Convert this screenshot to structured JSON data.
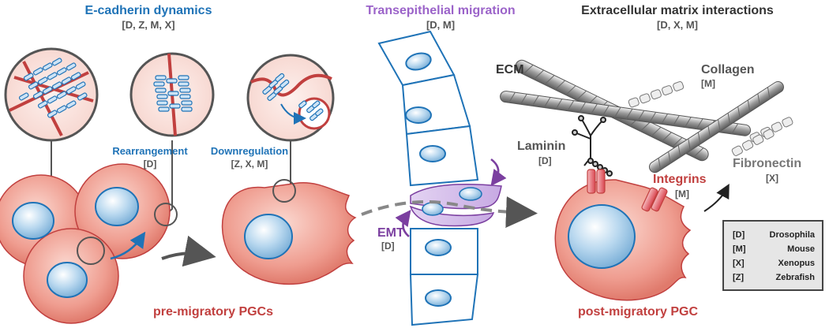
{
  "sections": {
    "ecad": {
      "title": "E-cadherin dynamics",
      "species": "[D, Z, M, X]"
    },
    "transep": {
      "title": "Transepithelial migration",
      "species": "[D, M]"
    },
    "ecm_int": {
      "title": "Extracellular matrix interactions",
      "species": "[D, X, M]"
    }
  },
  "labels": {
    "rearrangement": "Rearrangement",
    "rearrangement_sp": "[D]",
    "downregulation": "Downregulation",
    "downregulation_sp": "[Z, X, M]",
    "emt": "EMT",
    "emt_sp": "[D]",
    "ecm": "ECM",
    "collagen": "Collagen",
    "collagen_sp": "[M]",
    "laminin": "Laminin",
    "laminin_sp": "[D]",
    "integrins": "Integrins",
    "integrins_sp": "[M]",
    "fibronectin": "Fibronectin",
    "fibronectin_sp": "[X]",
    "pre_pgcs": "pre-migratory PGCs",
    "post_pgc": "post-migratory PGC"
  },
  "legend": [
    {
      "code": "[D]",
      "name": "Drosophila"
    },
    {
      "code": "[M]",
      "name": "Mouse"
    },
    {
      "code": "[X]",
      "name": "Xenopus"
    },
    {
      "code": "[Z]",
      "name": "Zebrafish"
    }
  ],
  "colors": {
    "blue": "#1f73b7",
    "purple": "#7b3fa0",
    "red": "#c1403f",
    "cell_fill": "#e8877b",
    "nucleus": "#9fc6e6",
    "grey": "#666666"
  }
}
